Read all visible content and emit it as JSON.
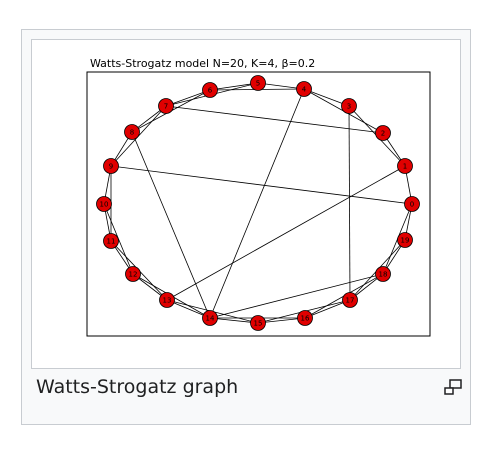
{
  "figure": {
    "title": "Watts-Strogatz model  N=20, K=4, β=0.2",
    "caption": "Watts-Strogatz graph",
    "enlarge_icon": "enlarge-icon"
  },
  "graph": {
    "node_color": "#e00000",
    "nodes": [
      {
        "id": "0",
        "label": "0"
      },
      {
        "id": "1",
        "label": "1"
      },
      {
        "id": "2",
        "label": "2"
      },
      {
        "id": "3",
        "label": "3"
      },
      {
        "id": "4",
        "label": "4"
      },
      {
        "id": "5",
        "label": "5"
      },
      {
        "id": "6",
        "label": "6"
      },
      {
        "id": "7",
        "label": "7"
      },
      {
        "id": "8",
        "label": "8"
      },
      {
        "id": "9",
        "label": "9"
      },
      {
        "id": "10",
        "label": "10"
      },
      {
        "id": "11",
        "label": "11"
      },
      {
        "id": "12",
        "label": "12"
      },
      {
        "id": "13",
        "label": "13"
      },
      {
        "id": "14",
        "label": "14"
      },
      {
        "id": "15",
        "label": "15"
      },
      {
        "id": "16",
        "label": "16"
      },
      {
        "id": "17",
        "label": "17"
      },
      {
        "id": "18",
        "label": "18"
      },
      {
        "id": "19",
        "label": "19"
      }
    ],
    "edges": [
      [
        "0",
        "1"
      ],
      [
        "0",
        "19"
      ],
      [
        "0",
        "18"
      ],
      [
        "0",
        "9"
      ],
      [
        "1",
        "2"
      ],
      [
        "1",
        "3"
      ],
      [
        "1",
        "13"
      ],
      [
        "2",
        "7"
      ],
      [
        "2",
        "4"
      ],
      [
        "3",
        "4"
      ],
      [
        "3",
        "17"
      ],
      [
        "4",
        "5"
      ],
      [
        "4",
        "6"
      ],
      [
        "4",
        "14"
      ],
      [
        "5",
        "6"
      ],
      [
        "5",
        "7"
      ],
      [
        "6",
        "7"
      ],
      [
        "6",
        "8"
      ],
      [
        "7",
        "8"
      ],
      [
        "7",
        "9"
      ],
      [
        "8",
        "9"
      ],
      [
        "8",
        "14"
      ],
      [
        "9",
        "10"
      ],
      [
        "9",
        "11"
      ],
      [
        "10",
        "11"
      ],
      [
        "10",
        "12"
      ],
      [
        "11",
        "12"
      ],
      [
        "11",
        "13"
      ],
      [
        "12",
        "13"
      ],
      [
        "12",
        "14"
      ],
      [
        "13",
        "14"
      ],
      [
        "13",
        "15"
      ],
      [
        "14",
        "15"
      ],
      [
        "14",
        "16"
      ],
      [
        "14",
        "18"
      ],
      [
        "15",
        "16"
      ],
      [
        "15",
        "17"
      ],
      [
        "16",
        "17"
      ],
      [
        "16",
        "18"
      ],
      [
        "17",
        "18"
      ],
      [
        "17",
        "19"
      ],
      [
        "18",
        "19"
      ]
    ]
  }
}
